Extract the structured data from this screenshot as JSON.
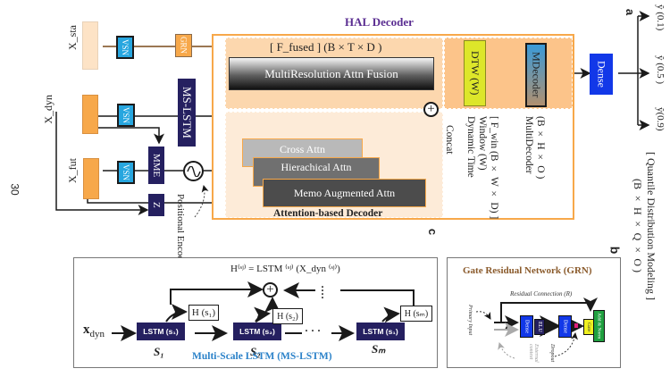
{
  "page_number": "30",
  "panel_labels": {
    "a": "a",
    "b": "b",
    "c": "c"
  },
  "inputs": {
    "static": "X_sta",
    "dynamic": "X_dyn",
    "future": "X_fut"
  },
  "encoders": {
    "vsn": "VSN",
    "grn": "GRN",
    "ms_lstm": "MS-LSTM",
    "mme": "MME",
    "z": "Z",
    "positional_encoding": "Positional Encoding"
  },
  "hal_decoder": {
    "title": "HAL Decoder",
    "fused_label": "[  F_fused ] (B × T × D )",
    "fusion_block": "MultiResolution Attn Fusion",
    "attention_decoder_title": "Attention-based Decoder",
    "attention_layers": [
      "Cross Attn",
      "Hierachical Attn",
      "Memo Augmented Attn"
    ],
    "concat_label": "Concat",
    "dtw_block": "DTW (W)",
    "dtw_caption": [
      "Dynamic Time",
      "Window (W)",
      "[ F_win (B × W × D) ]"
    ],
    "mdecoder_block": "MDecoder",
    "mdecoder_caption": [
      "MultiDecoder",
      "(B × H × O )"
    ]
  },
  "output": {
    "dense": "Dense",
    "quantiles": [
      "ŷ (0.1)",
      "ŷ (0.5 )",
      "ŷ(0.9)"
    ],
    "caption": [
      "[ Quantile Distribution Modeling ]",
      "(B × H × Q × O )"
    ]
  },
  "ms_lstm_panel": {
    "title": "Multi-Scale LSTM  (MS-LSTM)",
    "equation": "H⁽ˢʲ⁾ = LSTM ⁽ˢʲ⁾ (X_dyn ⁽ˢʲ⁾)",
    "input_label": "x",
    "input_sub": "dyn",
    "cells": [
      {
        "label": "LSTM (s₁)",
        "hidden": "H (s₁)",
        "scale": "S₁"
      },
      {
        "label": "LSTM (s₂)",
        "hidden": "H (s₂)",
        "scale": "S₂"
      },
      {
        "label": "LSTM (s₁)",
        "hidden": "H (sₘ)",
        "scale": "Sₘ"
      }
    ],
    "ellipsis": "· · ·"
  },
  "grn_panel": {
    "title": "Gate Residual Network (GRN)",
    "residual": "Residual Connection (R)",
    "primary_input": "Primary Input",
    "external_context": "External context",
    "dropout": "Dropout",
    "blocks": [
      "Dense",
      "ELU",
      "Dense",
      "Gate",
      "Add & Norm"
    ]
  },
  "colors": {
    "orange": "#f7a84a",
    "orange_light": "#fde3c6",
    "navy": "#252060",
    "vsn_blue": "#27a6df",
    "dense_blue": "#1238e8",
    "dtw_yellow": "#dde62a",
    "purple_title": "#5a2d91",
    "ms_lstm_title": "#2b82c9",
    "grn_title": "#8a5a2b"
  }
}
